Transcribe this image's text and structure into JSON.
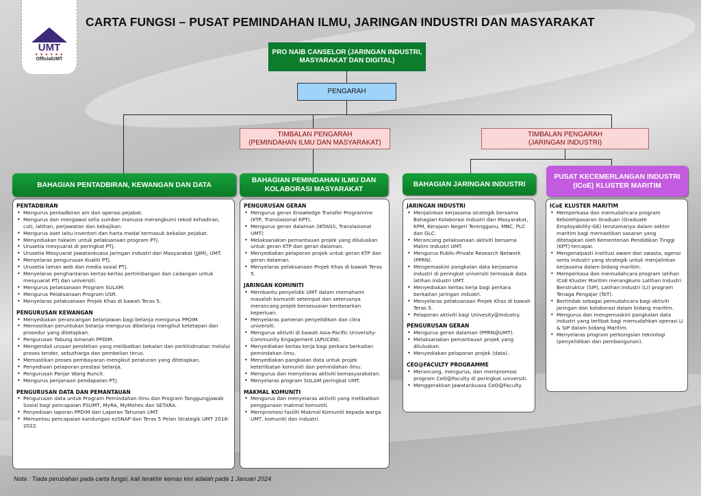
{
  "title": "CARTA FUNGSI – PUSAT PEMINDAHAN ILMU, JARINGAN INDUSTRI DAN MASYARAKAT",
  "logo": {
    "name": "UMT",
    "handle": "OfficialUMT"
  },
  "pnc": "PRO NAIB CANSELOR (JARINGAN INDUSTRI, MASYARAKAT DAN DIGITAL)",
  "pengarah": "PENGARAH",
  "timbalan1": {
    "line1": "TIMBALAN PENGARAH",
    "line2": "(PEMINDAHAN ILMU DAN MASYARAKAT)"
  },
  "timbalan2": {
    "line1": "TIMBALAN PENGARAH",
    "line2": "(JARINGAN INDUSTRI)"
  },
  "colors": {
    "green": "#0d7d2c",
    "purple": "#c25be0",
    "blue": "#9fd3f9",
    "pink": "#fbd7d7"
  },
  "columns": [
    {
      "header": "BAHAGIAN PENTADBIRAN, KEWANGAN DAN DATA",
      "sections": [
        {
          "title": "PENTADBIRAN",
          "items": [
            "Mengurus pentadbiran am dan operasi pejabat.",
            "Mengurus dan mengawal selia sumber manusia merangkumi rekod kehadiran, cuti, latihan, perjawatan dan kebajikan.",
            "Mengurus aset iaitu inventori dan harta modal termasuk bekalan pejabat.",
            "Menyediakan takwim untuk pelaksanaan program PTj.",
            "Urusetia mesyuarat di peringkat PTj.",
            "Urusetia Mesyuarat Jawatankuasa Jaringan Industri dan Masyarakat (JJIM), UMT.",
            "Menyelaras pengurusan Kualiti PTj.",
            "Urusetia laman web dan media sosial PTj.",
            "Menyelaras penghantaran kertas-kertas pertimbangan dan cadangan untuk mesyuarat PTj dan universiti.",
            "Mengurus pelaksanaan Program SULAM.",
            "Mengurus Pelaksanaan Program USR.",
            "Menyelaras pelaksanaan Projek Khas di bawah Teras 5."
          ]
        },
        {
          "title": "PENGURUSAN KEWANGAN",
          "items": [
            "Menyediakan perancangan belanjawan bagi belanja mengurus PPDIM.",
            "Memastikan peruntukan belanja mengurus dibelanja mengikut ketetapan dan prosedur yang ditetapkan.",
            "Pengurusan Tabung Amanah PPDIM.",
            "Mengendali urusan perolehan yang melibatkan bekalan dan perkhidmatan melalui proses tender, sebutharga dan pembelian terus.",
            "Memastikan proses pembayaran mengikut peraturan yang ditetapkan.",
            "Penyediaan pelaporan prestasi belanja.",
            "Pengurusan Panjar Wang Runcit.",
            "Mengurus penjanaan pendapatan PTj."
          ]
        },
        {
          "title": "PENGURUSAN DATA DAN PEMANTAUAN",
          "items": [
            "Pengurusan data untuk Program Pemindahan Ilmu dan Program Tanggungjawab Sosial bagi pencapaian PSUMT, MyRA, MyMohes dan SETARA.",
            "Penyediaan laporan PPDIM dan Laporan Tahunan UMT.",
            "Memantau pencapaian kandungan ezSNAP dan Teras 5 Pelan Strategik UMT 2018-2022."
          ]
        }
      ]
    },
    {
      "header": "BAHAGIAN PEMINDAHAN ILMU DAN KOLABORASI MASYARAKAT",
      "sections": [
        {
          "title": "PENGURUSAN GERAN",
          "items": [
            "Mengurus geran Knowledge Transfer Programme (KTP, Translasional KPT).",
            "Mengurus geran dalaman (IKTAGS, Translasional UMT)",
            "Melaksanakan pemantauan projek yang diluluskan untuk geran KTP dan geran dalaman.",
            "Menyediakan pelaporan projek untuk geran KTP dan geran dalaman.",
            "Menyelaras pelaksanaan Projek Khas di bawah Teras 5."
          ]
        },
        {
          "title": "JARINGAN KOMUNITI",
          "items": [
            "Membantu penyelidik UMT dalam memahami masalah komuniti setempat dan seterusnya merancang projek bersesuaian berdasarkan keperluan.",
            "Menyelaras pameran penyelidikan dan citra universiti.",
            "Mengurus aktiviti di bawah Asia-Pacific University-Community Engagement (APUCEN).",
            "Menyediakan kertas kerja bagi perkara berkaitan pemindahan ilmu.",
            "Menyediakan pangkalan data untuk projek keterlibatan komuniti dan pemindahan ilmu.",
            "Mengurus dan menyelaras aktiviti kemasyarakatan.",
            "Menyelaras program SULAM peringkat UMT."
          ]
        },
        {
          "title": "MAKMAL KOMUNITI",
          "items": [
            "Mengurus dan menyelaras aktiviti yang melibatkan penggunaan makmal komuniti.",
            "Mempromosi fasiliti Makmal Komuniti kepada warga UMT, komuniti dan industri."
          ]
        }
      ]
    },
    {
      "header": "BAHAGIAN JARINGAN INDUSTRI",
      "sections": [
        {
          "title": "JARINGAN INDUSTRI",
          "items": [
            "Menjalinkan kerjasama strategik bersama Bahagian Kolaborasi Industri dan Masyarakat, KPM, Kerajaan Negeri Terengganu, MNC, PLC dan GLC.",
            "Merancang pelaksanaan aktiviti bersama Malim Industri UMT.",
            "Mengurus Public-Private Research Network (PPRN).",
            "Mengemaskini pangkalan data kerjasama industri di peringkat universiti termasuk data latihan industri UMT.",
            "Menyediakan kertas kerja bagi perkara berkaitan jaringan industri.",
            "Menyelaras pelaksanaan Projek Khas di bawah Teras 5.",
            "Pelaporan aktiviti bagi Univesity@Industry."
          ]
        },
        {
          "title": "PENGURUSAN GERAN",
          "items": [
            "Mengurus geran dalaman (PPRN@UMT).",
            "Melaksanakan pemantauan projek yang diluluskan.",
            "Menyediakan pelaporan projek (data)."
          ]
        },
        {
          "title": "CEO@FACULTY PROGRAMME",
          "items": [
            "Merancang, mengurus, dan mempromosi program CeO@Faculty di peringkat universiti.",
            "Menggerakkan Jawatankuasa CeO@Faculty."
          ]
        }
      ]
    },
    {
      "header": "PUSAT KECEMERLANGAN INDUSTRI (ICoE) KLUSTER MARITIM",
      "sections": [
        {
          "title": "ICoE KLUSTER MARITIM",
          "items": [
            "Memperkasa dan memudahcara program Kebolehpasaran Graduan (Graduate Employability-GE) terutamanya dalam sektor maritim bagi memastikan sasaran yang ditetapkan oleh Kementerian Pendidikan Tinggi (KPT) tercapai.",
            "Mengenalpasti institusi awam dan swasta, agensi serta industri yang strategik untuk menjalinkan kerjasama dalam bidang maritim.",
            "Memperkasa dan memudahcara program latihan ICoE Kluster Maritim merangkumi Latihan Industri Berstruktur (SIP), Latihan Industri (LI) program Tenaga Pengajar (ToT).",
            "Bertindak sebagai pemudahcara bagi aktiviti jaringan dan kolaborasi dalam bidang maritim.",
            "Mengurus dan mengemaskini pangkalan data industri yang terlibat bagi memudahkan operasi LI & SIP dalam bidang Maritim.",
            "Menyelaras program perkongsian teknologi (penyelidikan dan pembangunan)."
          ]
        }
      ]
    }
  ],
  "note": "Nota : Tiada perubahan pada carta fungsi, kali terakhir kemas kini adalah pada 1 Januari 2024"
}
